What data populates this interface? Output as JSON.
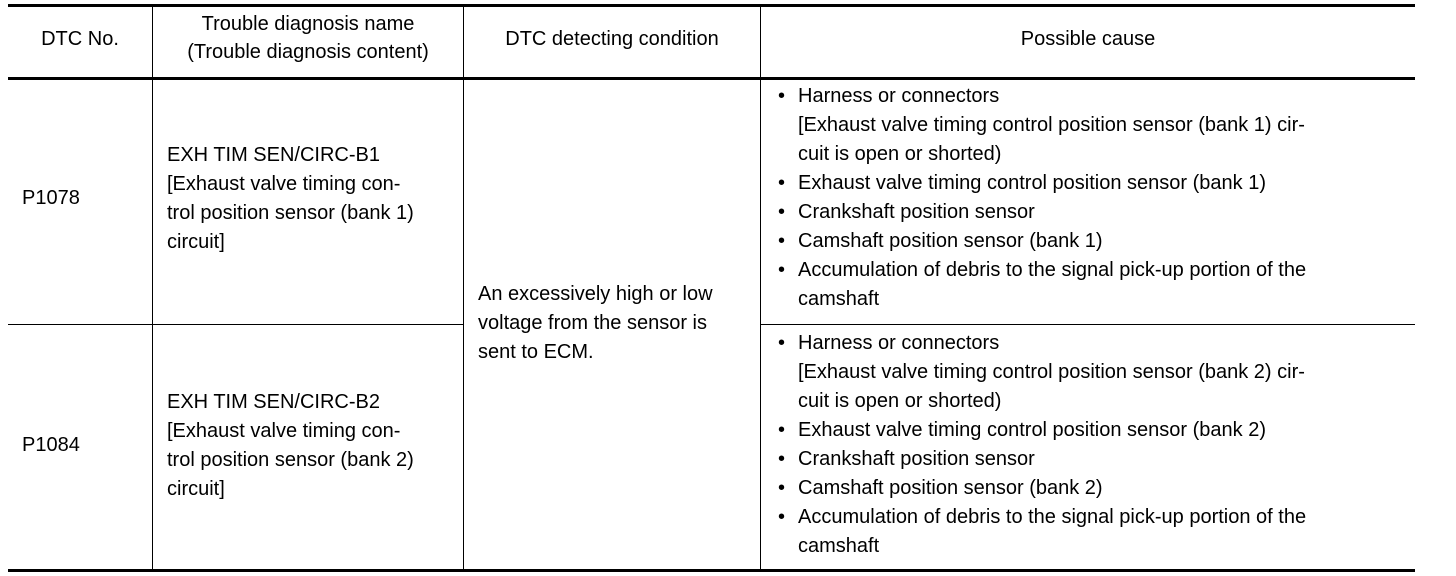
{
  "header": {
    "dtc_no": "DTC No.",
    "name_line1": "Trouble diagnosis name",
    "name_line2": "(Trouble diagnosis content)",
    "condition": "DTC detecting condition",
    "cause": "Possible cause"
  },
  "shared_condition": [
    "An excessively high or low",
    "voltage from the sensor is",
    "sent to ECM."
  ],
  "rows": [
    {
      "dtc": "P1078",
      "name_lines": [
        "EXH TIM SEN/CIRC-B1",
        "[Exhaust valve timing con-",
        "trol position sensor (bank 1)",
        "circuit]"
      ],
      "causes": [
        {
          "text": "Harness or connectors",
          "sub": [
            "[Exhaust valve timing control position sensor (bank 1) cir-",
            "cuit is open or shorted)"
          ]
        },
        {
          "text": "Exhaust valve timing control position sensor (bank 1)",
          "sub": []
        },
        {
          "text": "Crankshaft position sensor",
          "sub": []
        },
        {
          "text": "Camshaft position sensor (bank 1)",
          "sub": []
        },
        {
          "text": "Accumulation of debris to the signal pick-up portion of the",
          "sub": [
            "camshaft"
          ]
        }
      ]
    },
    {
      "dtc": "P1084",
      "name_lines": [
        "EXH TIM SEN/CIRC-B2",
        "[Exhaust valve timing con-",
        "trol position sensor (bank 2)",
        "circuit]"
      ],
      "causes": [
        {
          "text": "Harness or connectors",
          "sub": [
            "[Exhaust valve timing control position sensor (bank 2) cir-",
            "cuit is open or shorted)"
          ]
        },
        {
          "text": "Exhaust valve timing control position sensor (bank 2)",
          "sub": []
        },
        {
          "text": "Crankshaft position sensor",
          "sub": []
        },
        {
          "text": "Camshaft position sensor (bank 2)",
          "sub": []
        },
        {
          "text": "Accumulation of debris to the signal pick-up portion of the",
          "sub": [
            "camshaft"
          ]
        }
      ]
    }
  ],
  "bullet_char": "•"
}
